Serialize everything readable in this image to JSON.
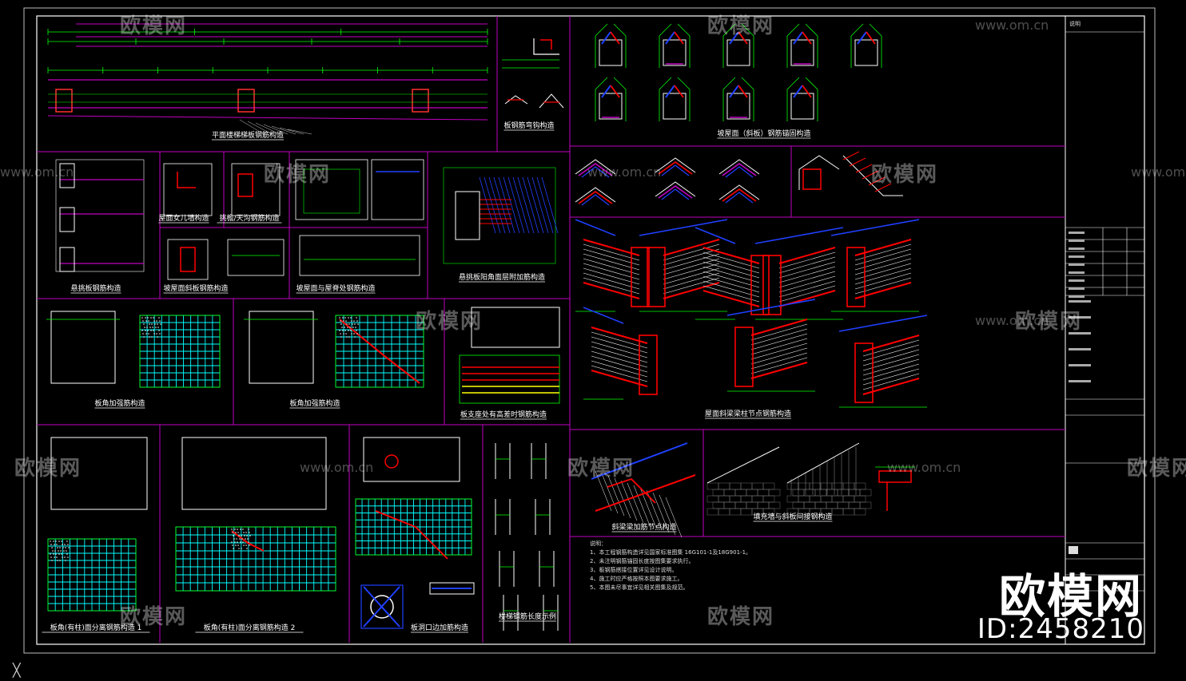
{
  "drawing": {
    "captions": [
      "平面楼梯梯板钢筋构造",
      "板钢筋弯钩构造",
      "坡屋面（斜板）钢筋锚固构造",
      "悬挑板钢筋构造",
      "屋面女儿墙构造",
      "挑檐/天沟钢筋构造",
      "坡屋面斜板钢筋构造",
      "坡屋面与屋脊处钢筋构造",
      "悬挑板阳角面层附加筋构造",
      "板角加强筋构造",
      "板角加强筋构造",
      "板支座处有高差时钢筋构造",
      "屋面斜梁梁柱节点钢筋构造",
      "板角(有柱)面分离钢筋构造 1",
      "板角(有柱)面分离钢筋构造 2",
      "板洞口边加筋构造",
      "楼梯钢筋长度示例",
      "斜梁梁加筋节点构造",
      "填充墙与斜板间接钢构造"
    ],
    "notes_title": "说明：",
    "notes": [
      "1、本工程钢筋构造详见国家标准图集 16G101-1及18G901-1。",
      "2、未注明钢筋锚固长度按图集要求执行。",
      "3、板钢筋搭接位置详见设计说明。",
      "4、施工时应严格按照本图要求施工。",
      "5、本图未尽事宜详见相关图集及规范。"
    ],
    "title_block": {
      "header": "说明",
      "rows": [
        "设计",
        "校对",
        "审核",
        "审定",
        "项目",
        "图名",
        "图号",
        "日期"
      ]
    },
    "watermark_text": "欧模网",
    "watermark_url": "www.om.cn",
    "logo_text": "欧模网",
    "logo_id": "ID:2458210",
    "cursor_glyph": "╳"
  },
  "colors": {
    "background": "#000000",
    "frame": "#ffffff",
    "panel_line": "#c000c0",
    "dim_line": "#00ff00",
    "rebar": "#ff0000",
    "mesh": "#00ffff",
    "accent_blue": "#2040ff",
    "accent_yellow": "#ffff00"
  }
}
